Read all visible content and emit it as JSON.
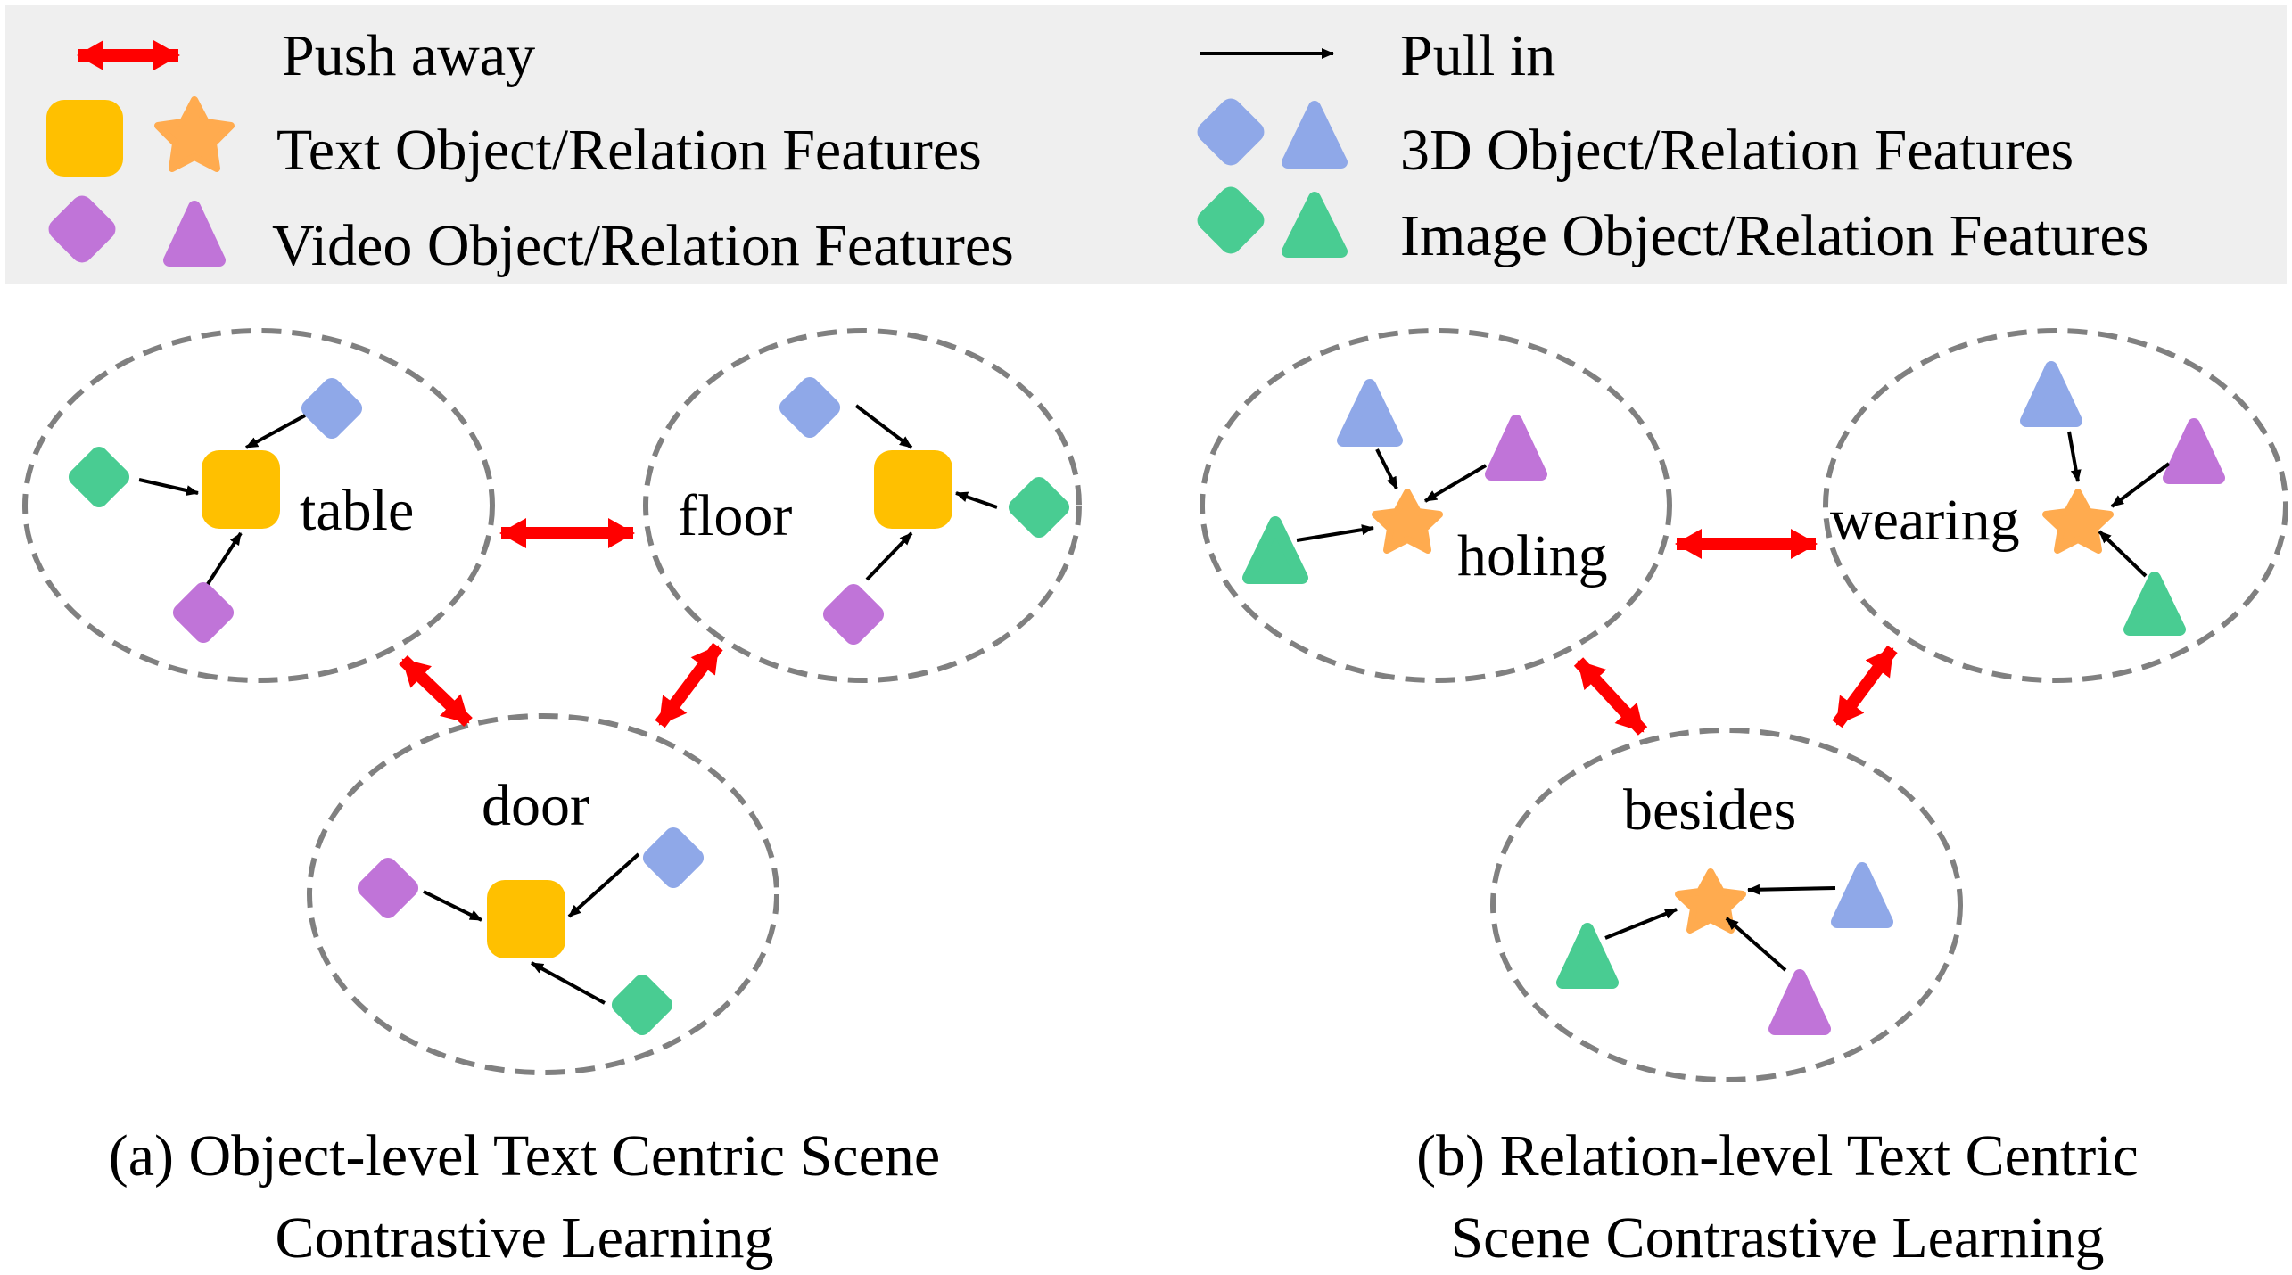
{
  "colors": {
    "legend_bg": "#efefef",
    "text_feature": "#ffc000",
    "text_star": "#ffab4f",
    "three_d": "#8fa8e8",
    "video": "#c074d8",
    "image": "#49cc92",
    "push_arrow": "#ff0000",
    "pull_arrow": "#000000",
    "ellipse_stroke": "#808080"
  },
  "legend": {
    "push_away": "Push away",
    "pull_in": "Pull in",
    "text_features": "Text Object/Relation Features",
    "three_d_features": "3D Object/Relation Features",
    "video_features": "Video Object/Relation Features",
    "image_features": "Image Object/Relation Features"
  },
  "panel_a": {
    "clusters": {
      "table": "table",
      "floor": "floor",
      "door": "door"
    },
    "caption_line1": "(a) Object-level Text Centric Scene",
    "caption_line2": "Contrastive Learning"
  },
  "panel_b": {
    "clusters": {
      "holing": "holing",
      "wearing": "wearing",
      "besides": "besides"
    },
    "caption_line1": "(b) Relation-level Text Centric",
    "caption_line2": "Scene Contrastive Learning"
  }
}
